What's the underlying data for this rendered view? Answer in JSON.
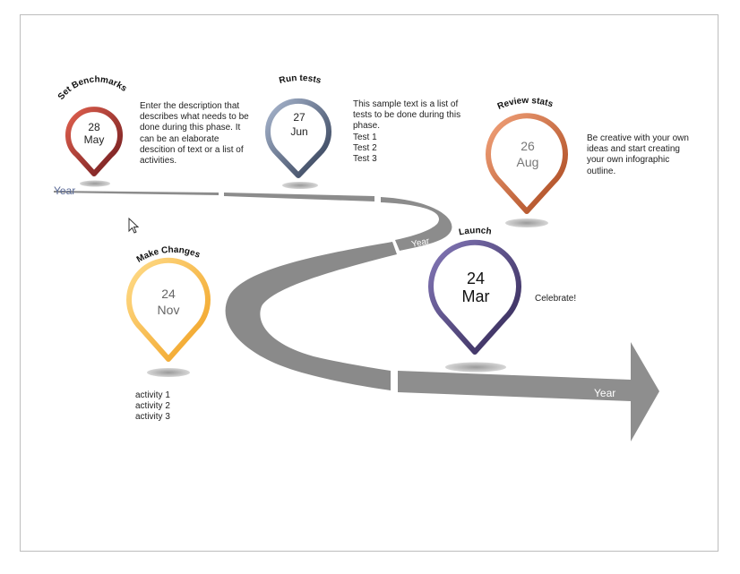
{
  "road": {
    "year_start": "Year",
    "year_mid": "Year",
    "year_end": "Year"
  },
  "milestones": [
    {
      "title": "Set Benchmarks",
      "day": "28",
      "month": "May",
      "description": "Enter the description that\ndescribes what needs to be\ndone during this phase. It\ncan be an elaborate\ndescition of text or a list of\nactivities.",
      "color": "#8b2a2a"
    },
    {
      "title": "Run tests",
      "day": "27",
      "month": "Jun",
      "description": "This sample text is a list of\ntests to be done during this\nphase.\nTest 1\nTest 2\nTest 3",
      "color": "#4f5b73"
    },
    {
      "title": "Review  stats",
      "day": "26",
      "month": "Aug",
      "description": "Be creative with your own\nideas and start creating\nyour own infographic\noutline.",
      "color": "#c8622a"
    },
    {
      "title": "Make Changes",
      "day": "24",
      "month": "Nov",
      "description": "activity 1\nactivity 2\nactivity 3",
      "color": "#f2b335"
    },
    {
      "title": "Launch",
      "day": "24",
      "month": "Mar",
      "description": "Celebrate!",
      "color": "#4d3f78"
    }
  ]
}
